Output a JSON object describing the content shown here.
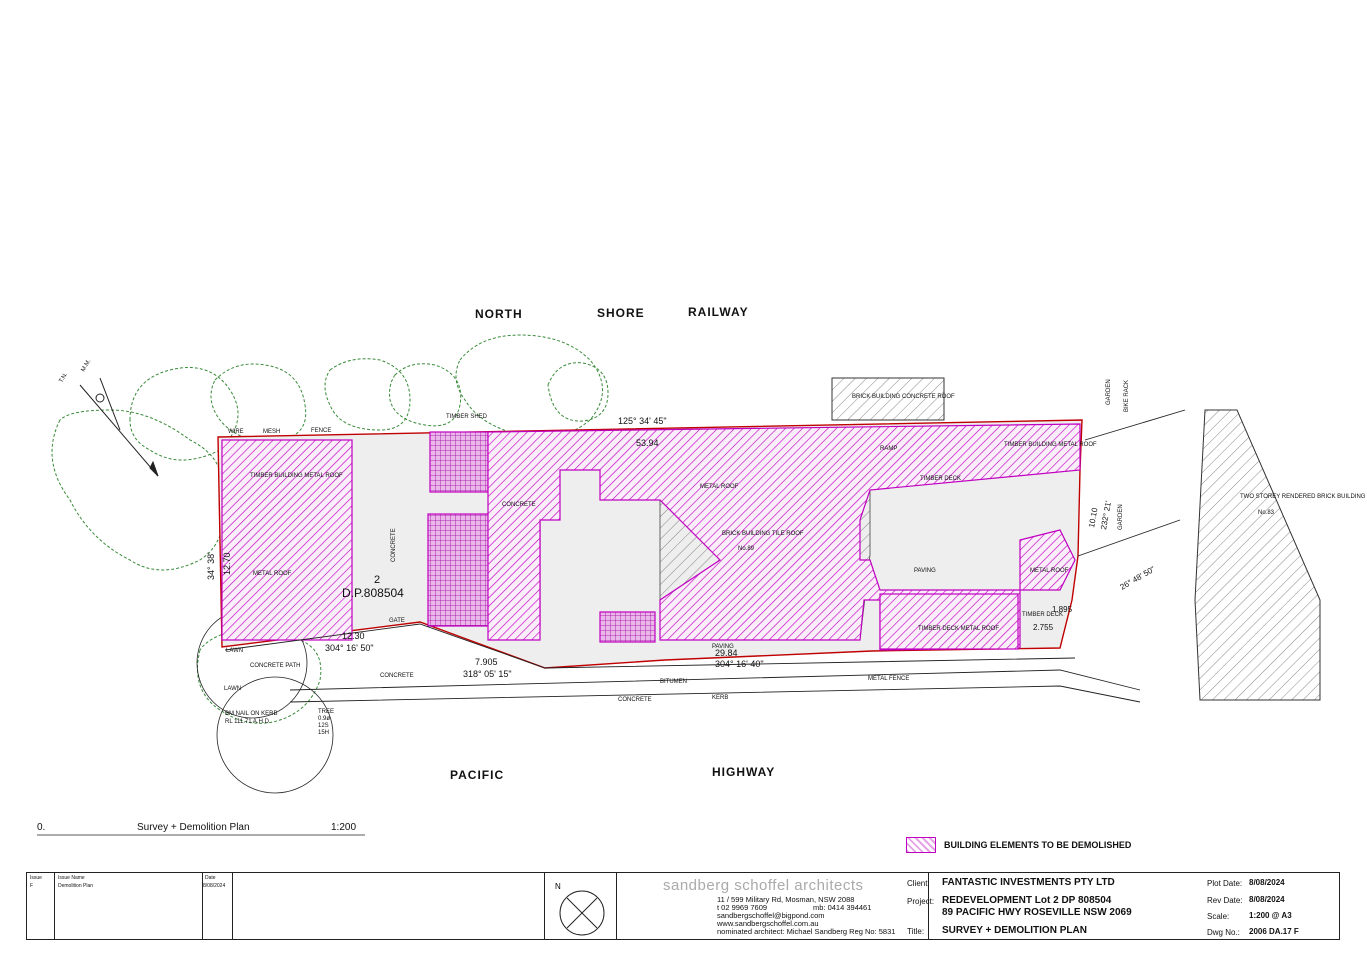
{
  "roads": {
    "north_1": "NORTH",
    "north_2": "SHORE",
    "north_3": "RAILWAY",
    "south_1": "PACIFIC",
    "south_2": "HIGHWAY"
  },
  "site": {
    "lot_no": "2",
    "dp": "D.P.808504",
    "bearing_north": "125° 34' 45\"",
    "dist_north": "53.94",
    "bearing_west": "34° 38'",
    "dist_west": "12.70",
    "bearing_south1": "304° 16' 50\"",
    "dist_south1": "12.30",
    "bearing_south2": "318° 05' 15\"",
    "dist_south2": "7.905",
    "bearing_south3": "304° 16' 40\"",
    "dist_south3": "29.84",
    "bearing_east": "232° 21'",
    "dist_east": "10.10",
    "dist_se": "1.895",
    "dist_se2": "2.755",
    "bearing_se2": "26° 48' 50\""
  },
  "labels": {
    "wire": "WIRE",
    "mesh": "MESH",
    "fence": "FENCE",
    "timber_shed": "TIMBER SHED",
    "timber_building_metal_roof": "TIMBER BUILDING METAL ROOF",
    "metal_roof": "METAL ROOF",
    "concrete": "CONCRETE",
    "brick_building_tile_roof": "BRICK BUILDING TILE ROOF",
    "no89": "No.89",
    "brick_building_concrete_roof": "BRICK BUILDING CONCRETE ROOF",
    "two_storey": "TWO STOREY RENDERED BRICK BUILDING",
    "no83": "No.83",
    "timber_deck": "TIMBER DECK",
    "timber_deck_metal_roof": "TIMBER DECK METAL ROOF",
    "paving": "PAVING",
    "ramp": "RAMP",
    "lawn": "LAWN",
    "concrete_path": "CONCRETE PATH",
    "gate": "GATE",
    "kerb": "KERB",
    "bitumen": "BITUMEN",
    "metal_fence": "METAL FENCE",
    "garden": "GARDEN",
    "bike_rack": "BIKE RACK",
    "bm_nail": "BM NAIL ON KERB",
    "bm_rl": "RL 111.71 A.H.D",
    "tree_note": "TREE",
    "tree_d": "0.9ø",
    "tree_s": "12S",
    "tree_h": "15H",
    "tn": "T.N.",
    "mm": "M.M."
  },
  "drawing": {
    "num": "0.",
    "title": "Survey + Demolition Plan",
    "scale": "1:200"
  },
  "legend": {
    "text": "BUILDING ELEMENTS TO BE DEMOLISHED"
  },
  "titleblock": {
    "issue_h": "Issue",
    "issue_name_h": "Issue Name",
    "date_h": "Date",
    "issue": "F",
    "issue_name": "Demolition Plan",
    "date": "8/08/2024",
    "north": "N",
    "firm": "sandberg schoffel architects",
    "addr": "11 / 599 Military Rd, Mosman, NSW 2088",
    "tel": "t  02 9969 7609",
    "mob": "mb: 0414 394461",
    "email": "sandbergschoffel@bigpond.com",
    "web": "www.sandbergschoffel.com.au",
    "nominated": "nominated architect: Michael Sandberg Reg No: 5831",
    "client_label": "Client:",
    "client": "FANTASTIC INVESTMENTS PTY LTD",
    "project_label": "Project:",
    "project_1": "REDEVELOPMENT  Lot 2 DP 808504",
    "project_2": "89 PACIFIC HWY ROSEVILLE NSW 2069",
    "title_label": "Title:",
    "title": "SURVEY + DEMOLITION PLAN",
    "plot_label": "Plot Date:",
    "plot": "8/08/2024",
    "rev_label": "Rev Date:",
    "rev": "8/08/2024",
    "scale_label": "Scale:",
    "scale": "1:200 @ A3",
    "dwg_label": "Dwg No.:",
    "dwg": "2006 DA.17 F"
  },
  "colors": {
    "demolish": "#c000c0",
    "demolish_fill": "#e6a3e6",
    "tree": "#3a8a3a",
    "boundary": "#c00000"
  }
}
